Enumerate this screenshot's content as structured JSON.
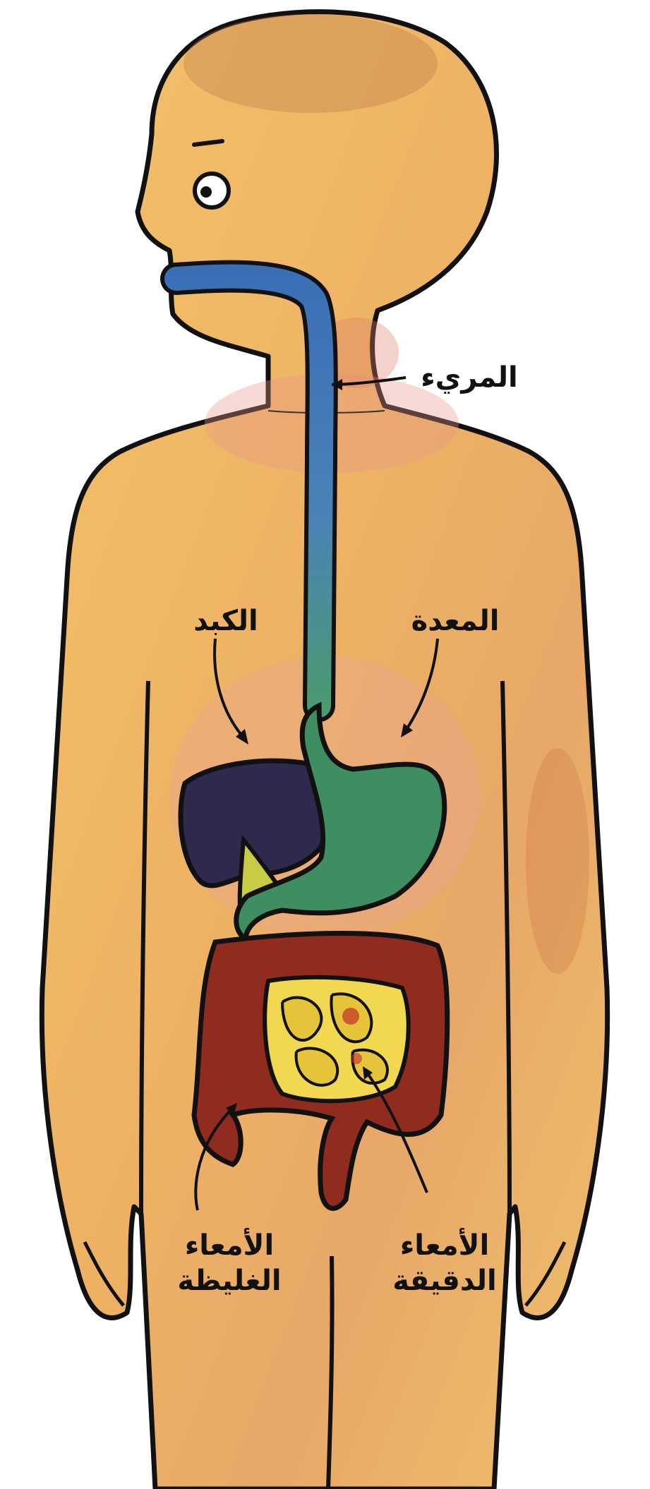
{
  "labels": {
    "esophagus": "المريء",
    "liver": "الكبد",
    "stomach": "المعدة",
    "large_intestine_line1": "الأمعاء",
    "large_intestine_line2": "الغليظة",
    "small_intestine_line1": "الأمعاء",
    "small_intestine_line2": "الدقيقة"
  },
  "colors": {
    "outline": "#111111",
    "skin_light": "#f2c26a",
    "skin_dark": "#d98a4e",
    "skin_blush": "#e8958a",
    "esophagus": "#3a6fb6",
    "stomach": "#3f8e62",
    "liver": "#2e2a4e",
    "gallbladder": "#c8cc45",
    "large_intestine": "#8f2c1f",
    "small_intestine": "#f2d850"
  }
}
